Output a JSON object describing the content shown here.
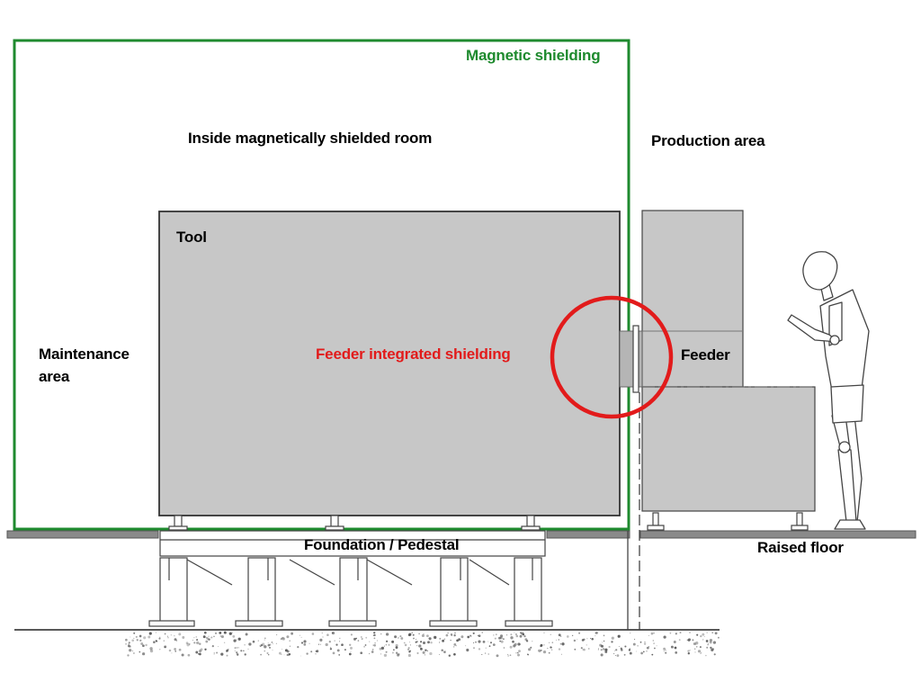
{
  "labels": {
    "magnetic_shielding": "Magnetic shielding",
    "inside_room": "Inside magnetically shielded room",
    "production_area": "Production area",
    "tool": "Tool",
    "maintenance_area": "Maintenance\narea",
    "feeder_integrated_shielding": "Feeder integrated shielding",
    "feeder": "Feeder",
    "foundation": "Foundation / Pedestal",
    "raised_floor": "Raised floor"
  },
  "colors": {
    "shield_outline": "#1e8a2e",
    "highlight_circle": "#e21b1b",
    "equipment_fill": "#c7c7c7",
    "floor_fill": "#8a8a8a"
  }
}
